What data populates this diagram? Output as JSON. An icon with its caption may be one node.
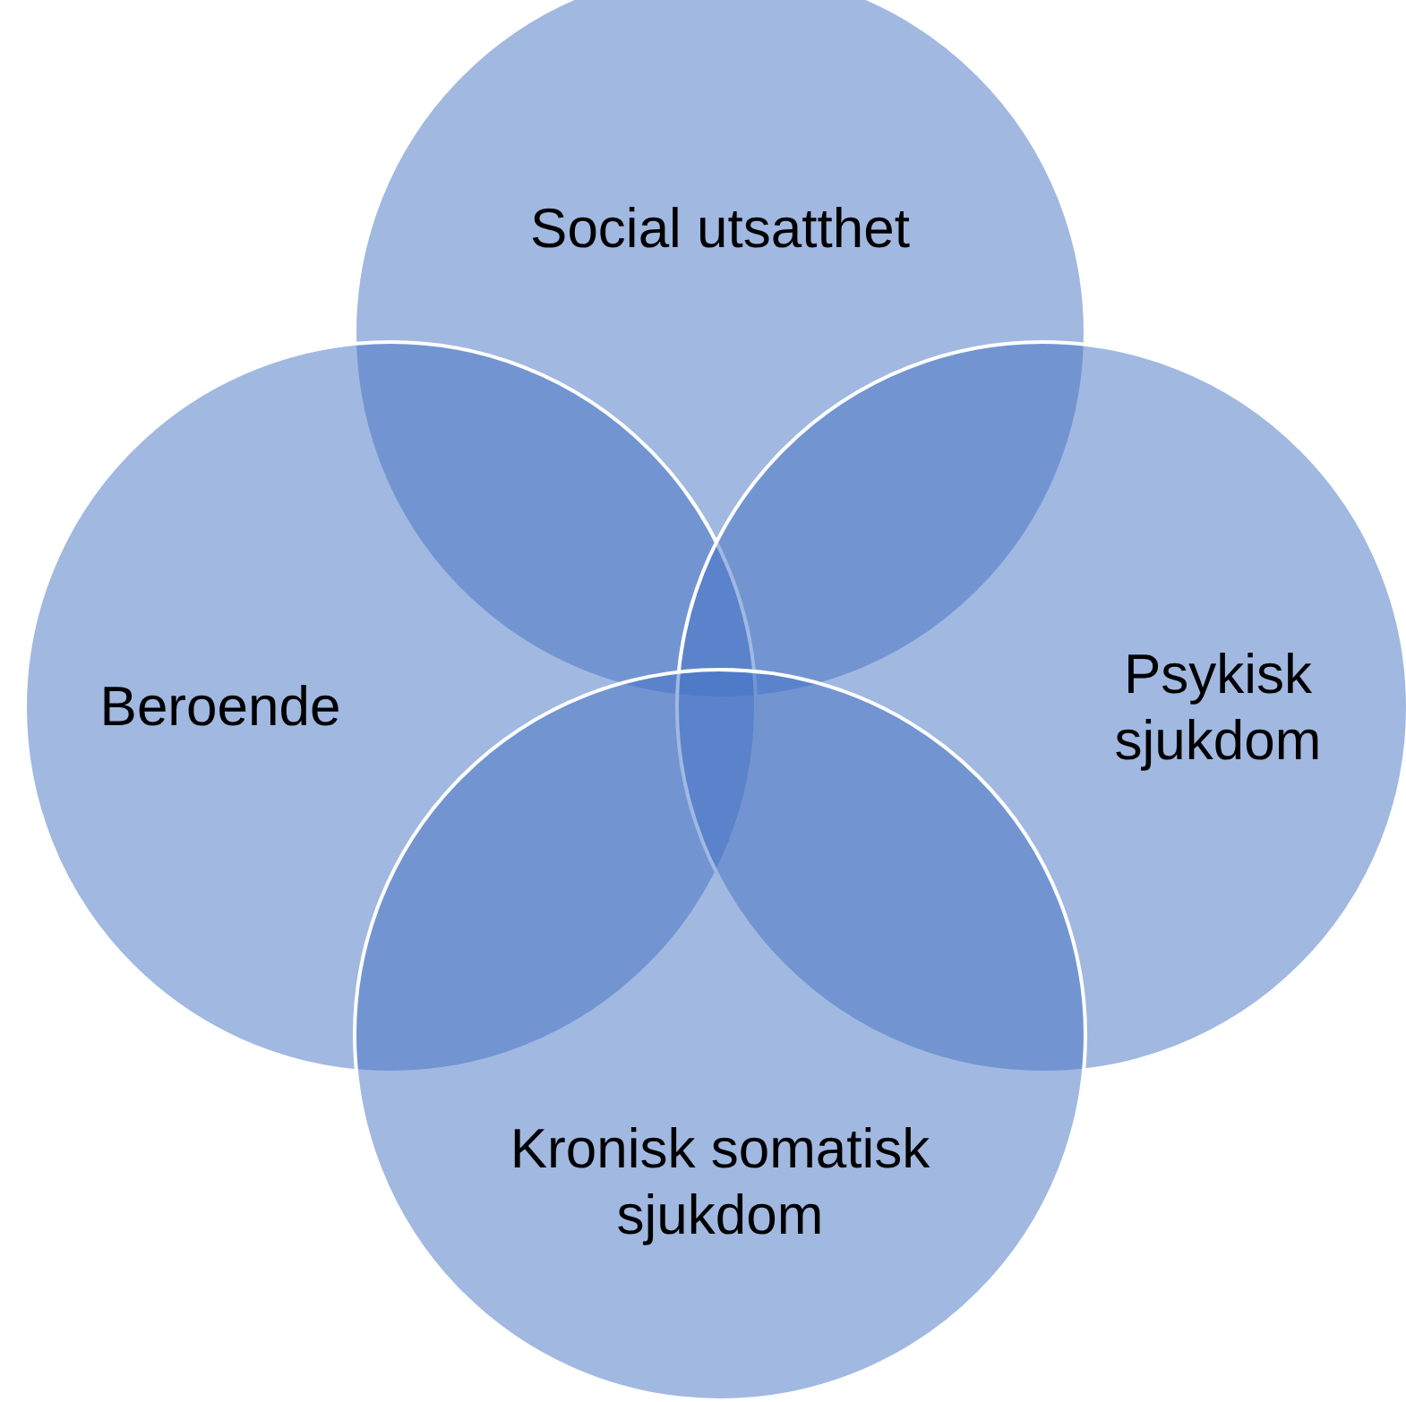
{
  "diagram": {
    "nodes": [
      {
        "text": [
          "Social utsatthet"
        ]
      },
      {
        "text": [
          "Beroende"
        ]
      },
      {
        "text": [
          "Psykisk sjukdom"
        ]
      },
      {
        "text": [
          "Kronisk somatisk sjukdom"
        ]
      }
    ]
  }
}
